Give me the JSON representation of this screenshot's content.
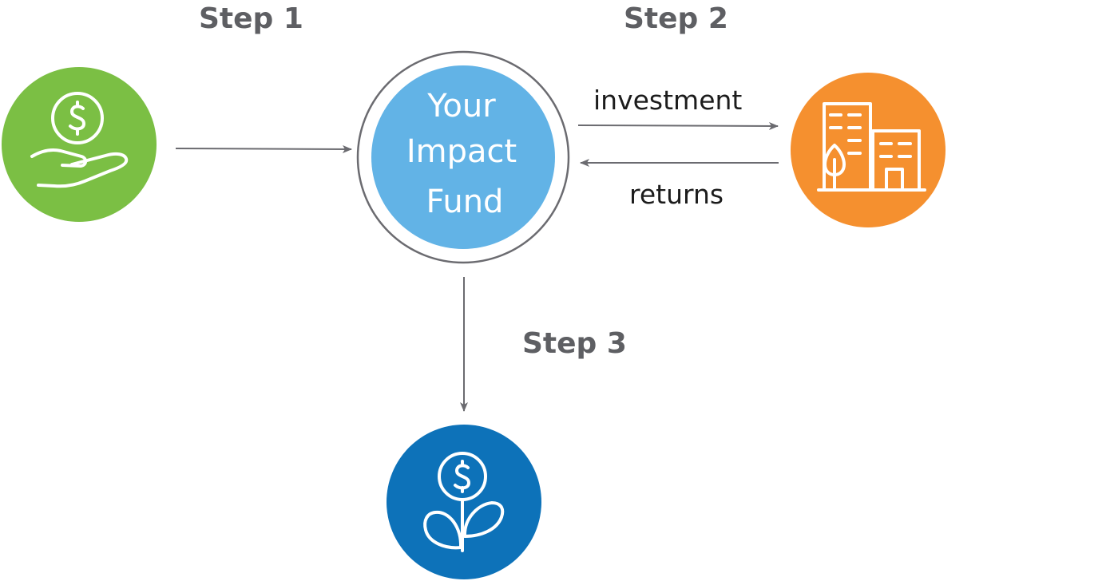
{
  "steps": {
    "step1": "Step 1",
    "step2": "Step 2",
    "step3": "Step 3"
  },
  "center": {
    "line1": "Your",
    "line2": "Impact",
    "line3": "Fund"
  },
  "flows": {
    "investment": "investment",
    "returns": "returns"
  },
  "colors": {
    "green": "#7bbf44",
    "light_blue": "#62b3e6",
    "orange": "#f5902f",
    "dark_blue": "#0d72b9",
    "arrow": "#6b6b70",
    "label": "#5e5f63"
  },
  "icons": {
    "donor": "hand-dollar-icon",
    "business": "buildings-tree-icon",
    "growth": "dollar-plant-icon"
  }
}
